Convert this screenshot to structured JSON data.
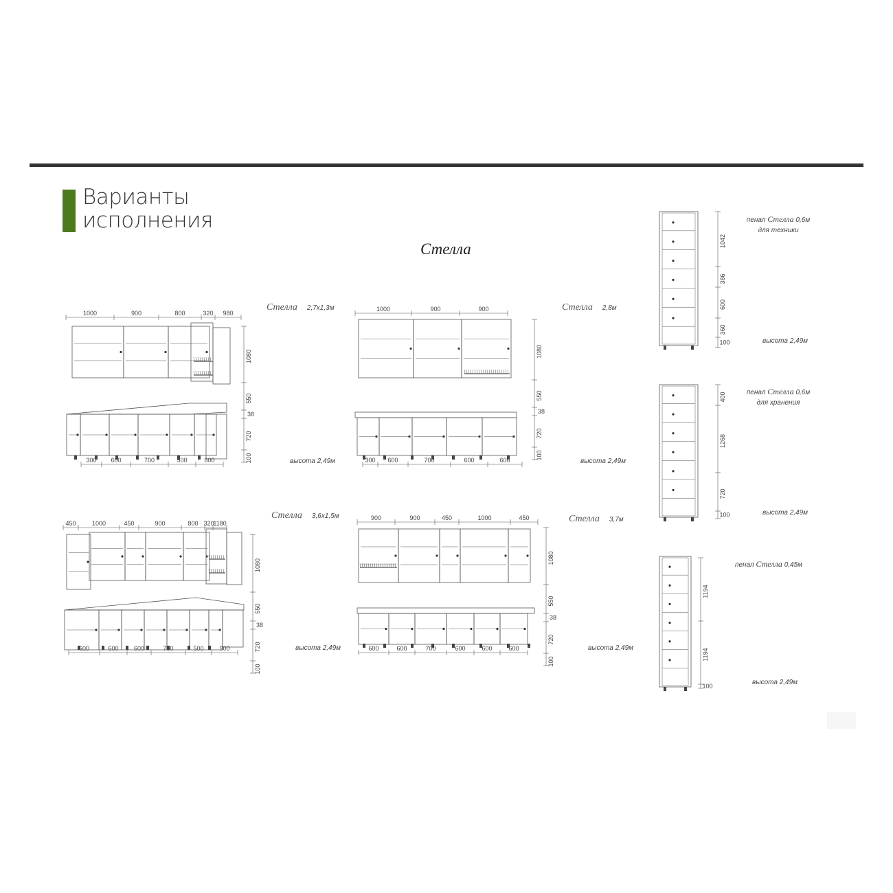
{
  "page": {
    "heading_line1": "Варианты",
    "heading_line2": "исполнения",
    "series_title": "Стелла",
    "accent_color": "#4d7a1e",
    "bar_color": "#333333"
  },
  "layouts": [
    {
      "id": "l1",
      "name": "Стелла",
      "size": "2,7х1,3м",
      "height_label": "высота 2,49м",
      "upper_dims": [
        "1000",
        "900",
        "800",
        "320",
        "980"
      ],
      "lower_dims": [
        "300",
        "600",
        "700",
        "500",
        "600"
      ],
      "vertical_dims": [
        "1080",
        "550",
        "38",
        "720",
        "100"
      ]
    },
    {
      "id": "l2",
      "name": "Стелла",
      "size": "2,8м",
      "height_label": "высота 2,49м",
      "upper_dims": [
        "1000",
        "900",
        "900"
      ],
      "lower_dims": [
        "300",
        "600",
        "700",
        "600",
        "600"
      ],
      "vertical_dims": [
        "1080",
        "550",
        "38",
        "720",
        "100"
      ]
    },
    {
      "id": "l3",
      "name": "Стелла",
      "size": "3,6х1,5м",
      "height_label": "высота 2,49м",
      "upper_dims": [
        "450",
        "1000",
        "450",
        "900",
        "800",
        "320",
        "1180"
      ],
      "lower_dims": [
        "600",
        "600",
        "600",
        "700",
        "500",
        "900"
      ],
      "vertical_dims": [
        "1080",
        "550",
        "38",
        "720",
        "100"
      ]
    },
    {
      "id": "l4",
      "name": "Стелла",
      "size": "3,7м",
      "height_label": "высота 2,49м",
      "upper_dims": [
        "900",
        "900",
        "450",
        "1000",
        "450"
      ],
      "lower_dims": [
        "600",
        "600",
        "700",
        "600",
        "600",
        "600"
      ],
      "vertical_dims": [
        "1080",
        "550",
        "38",
        "720",
        "100"
      ]
    }
  ],
  "pencils": [
    {
      "id": "p1",
      "prefix": "пенал",
      "name": "Стелла",
      "width": "0,6м",
      "purpose": "для техники",
      "height_label": "высота 2,49м",
      "dims": [
        "1042",
        "386",
        "600",
        "360",
        "100"
      ]
    },
    {
      "id": "p2",
      "prefix": "пенал",
      "name": "Стелла",
      "width": "0,6м",
      "purpose": "для хранения",
      "height_label": "высота 2,49м",
      "dims": [
        "400",
        "1268",
        "720",
        "100"
      ]
    },
    {
      "id": "p3",
      "prefix": "пенал",
      "name": "Стелла",
      "width": "0,45м",
      "purpose": "",
      "height_label": "высота 2,49м",
      "dims": [
        "1194",
        "1194",
        "100"
      ]
    }
  ]
}
